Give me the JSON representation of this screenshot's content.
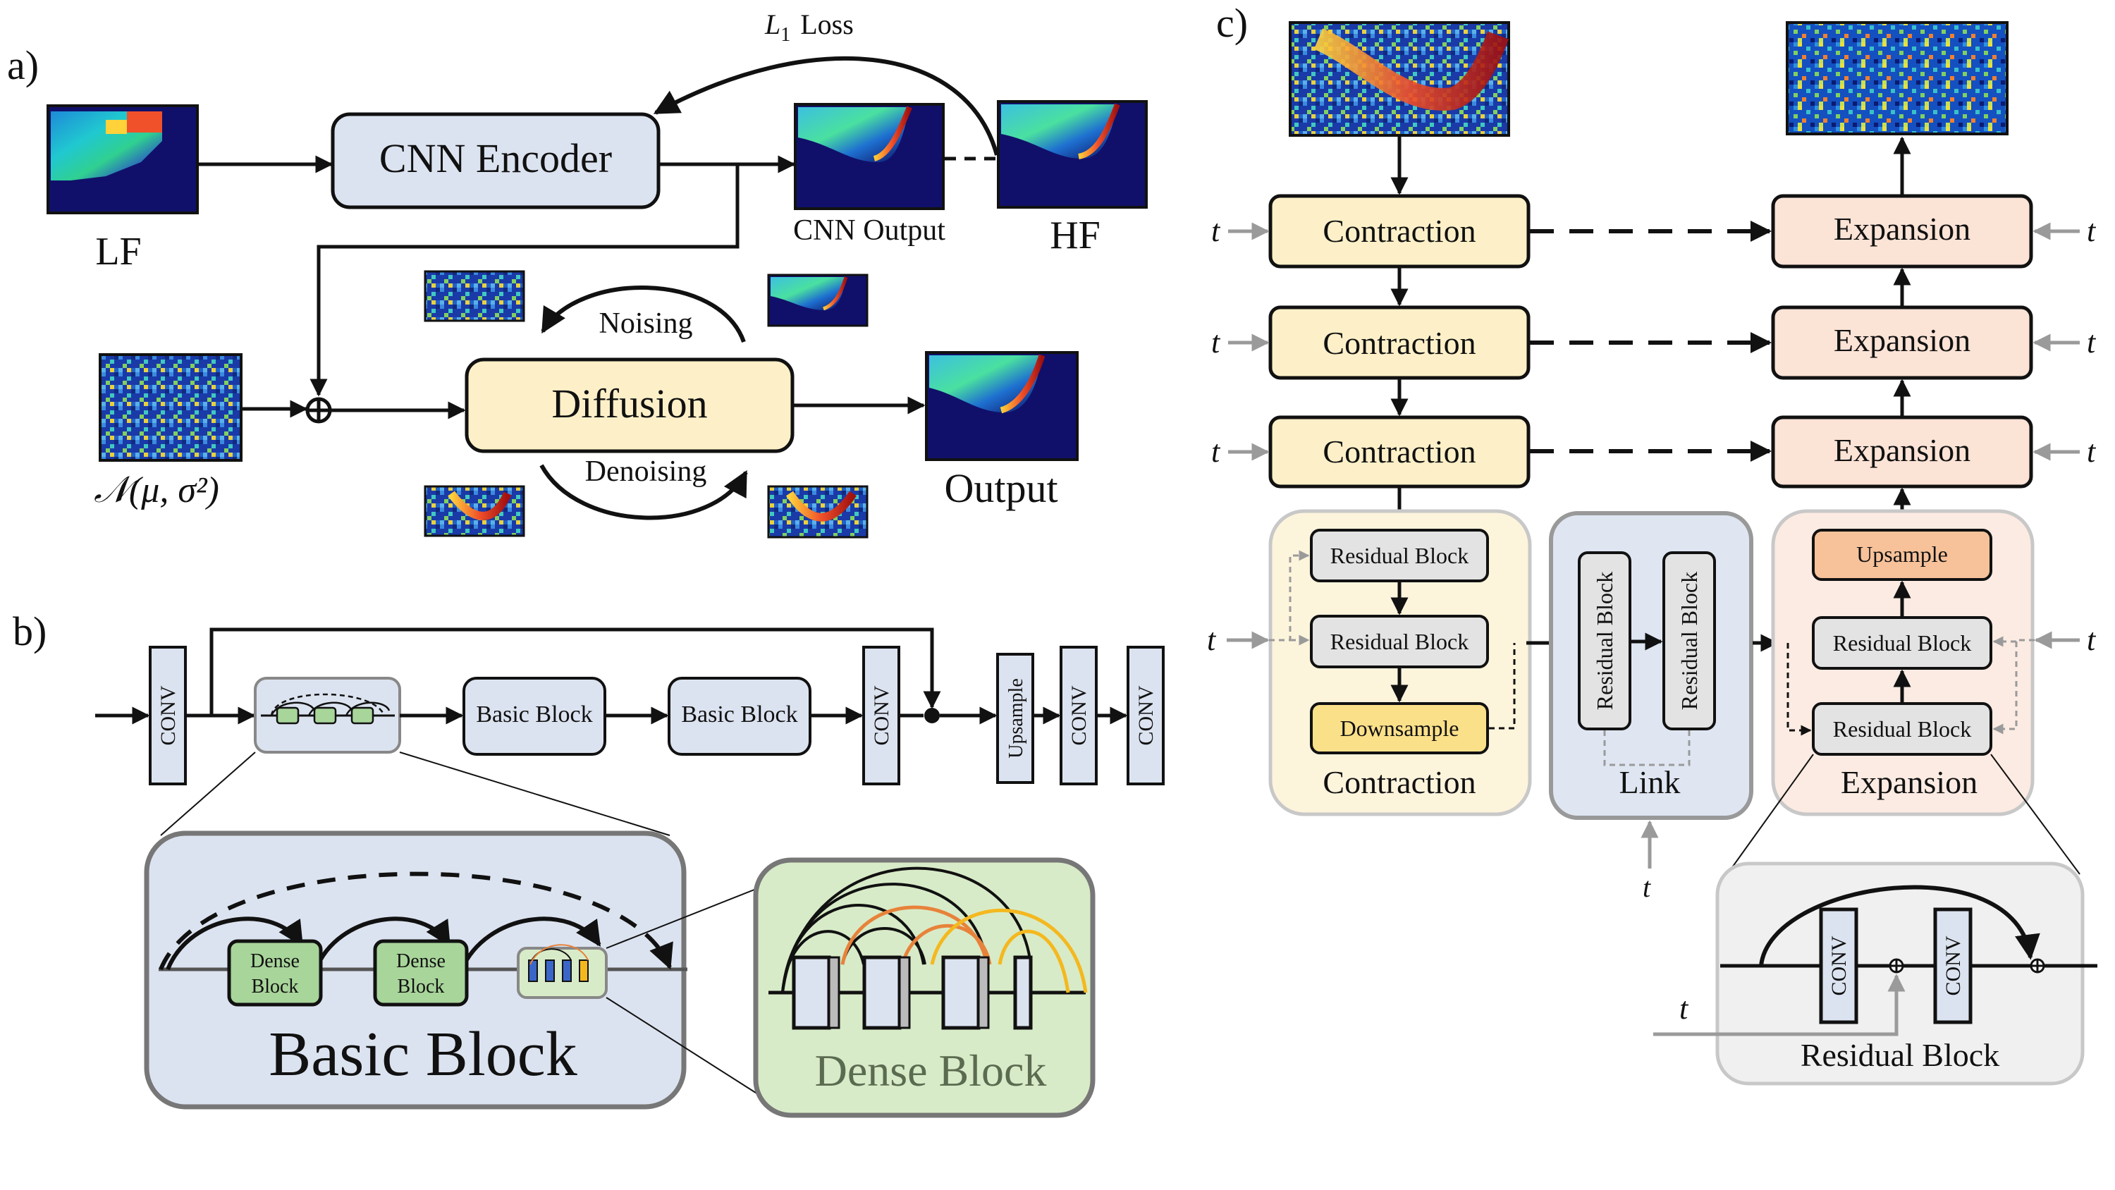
{
  "panels": {
    "a": {
      "label": "a)",
      "lf_label": "LF",
      "encoder_label": "CNN Encoder",
      "cnn_output_label": "CNN Output",
      "hf_label": "HF",
      "loss_label_main": "L",
      "loss_label_sub": "1",
      "loss_label_rest": "Loss",
      "noise_label": "𝒩(μ, σ²)",
      "diffusion_label": "Diffusion",
      "noising_label": "Noising",
      "denoising_label": "Denoising",
      "output_label": "Output"
    },
    "b": {
      "label": "b)",
      "conv_label": "CONV",
      "basic_block_label": "Basic Block",
      "upsample_label": "Upsample",
      "zoom_basic_block_label": "Basic Block",
      "dense_block_label_line1": "Dense",
      "dense_block_label_line2": "Block",
      "zoom_dense_block_label": "Dense Block"
    },
    "c": {
      "label": "c)",
      "t_label": "t",
      "contraction_label": "Contraction",
      "expansion_label": "Expansion",
      "residual_block_label": "Residual Block",
      "downsample_label": "Downsample",
      "upsample_label": "Upsample",
      "link_label": "Link",
      "conv_label": "CONV"
    }
  },
  "colors": {
    "encoder_fill": "#dce3f0",
    "diffusion_fill": "#fdf0c8",
    "contraction_fill": "#fdf0c8",
    "expansion_fill": "#fbe3d6",
    "residual_fill": "#e3e3e3",
    "downsample_fill": "#fbe08a",
    "upsample_fill": "#f7c29a",
    "link_bg": "#dfe6f2",
    "contraction_bg": "#fdf4dc",
    "expansion_bg": "#fcebe2",
    "basic_block_fill": "#dce3f0",
    "dense_block_fill": "#a8d59a",
    "dense_zoom_fill": "#d8ebc8",
    "arc_orange": "#e8823a",
    "arc_yellow": "#f4b81f",
    "gray_arrow": "#9a9a9a",
    "heatmap_dark": "#10106a"
  }
}
